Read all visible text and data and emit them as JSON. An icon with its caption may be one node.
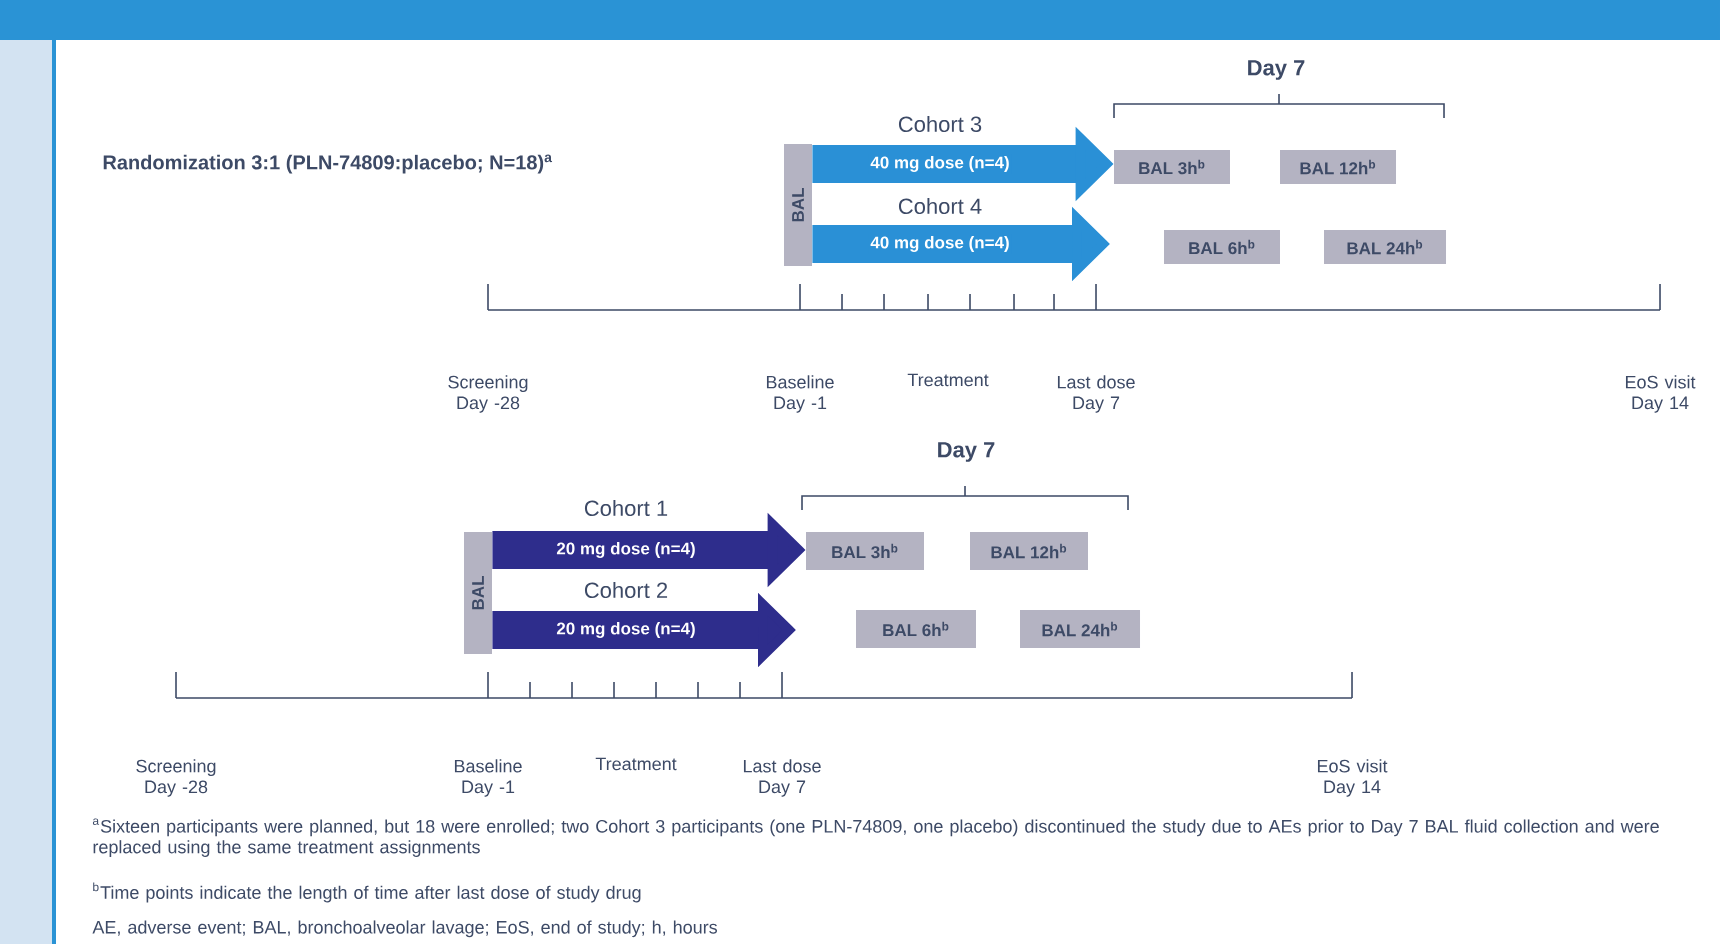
{
  "diagram": {
    "nodes": [
      {
        "text": [
          "BAL"
        ]
      },
      {
        "text": [
          "BAL 3h$^{b}$"
        ]
      },
      {
        "text": [
          "BAL 12h$^{b}$"
        ]
      },
      {
        "text": [
          "BAL 6h$^{b}$"
        ]
      },
      {
        "text": [
          "BAL 24h$^{b}$"
        ]
      },
      {
        "text": [
          "BAL"
        ]
      },
      {
        "text": [
          "BAL 3h$^{b}$"
        ]
      },
      {
        "text": [
          "BAL 12h$^{b}$"
        ]
      },
      {
        "text": [
          "BAL 6h$^{b}$"
        ]
      },
      {
        "text": [
          "BAL 24h$^{b}$"
        ]
      }
    ],
    "edges": [
      {
        "from": 0,
        "to": 1,
        "arrow": "to",
        "label": "40 mg dose (n=4)",
        "color": "#2a90d6"
      },
      {
        "from": 0,
        "to": null,
        "arrow": "to",
        "label": "40 mg dose (n=4)",
        "color": "#2a90d6"
      },
      {
        "from": 5,
        "to": 6,
        "arrow": "to",
        "label": "20 mg dose (n=4)",
        "color": "#2e2d8c"
      },
      {
        "from": 5,
        "to": null,
        "arrow": "to",
        "label": "20 mg dose (n=4)",
        "color": "#2e2d8c"
      }
    ],
    "labels": [
      "Day 7",
      "Cohort 3",
      "Randomization 3:1 (PLN-74809:placebo; N=18)$^{a}$",
      "Cohort 4",
      "Screening Day -28",
      "Baseline Day -1",
      "Treatment",
      "Last dose Day 7",
      "EoS visit Day 14",
      "Day 7",
      "Cohort 1",
      "Cohort 2",
      "Screening Day -28",
      "Baseline Day -1",
      "Treatment",
      "Last dose Day 7",
      "EoS visit Day 14",
      "$^{a}$Sixteen participants were planned, but 18 were enrolled; two Cohort 3 participants (one PLN-74809, one placebo) discontinued the study due to AEs prior to Day 7 BAL fluid collection and were replaced using the same treatment assignments",
      "$^{b}$Time points indicate the length of time after last dose of study drug",
      "AE, adverse event; BAL, bronchoalveolar lavage; EoS, end of study; h, hours"
    ]
  }
}
